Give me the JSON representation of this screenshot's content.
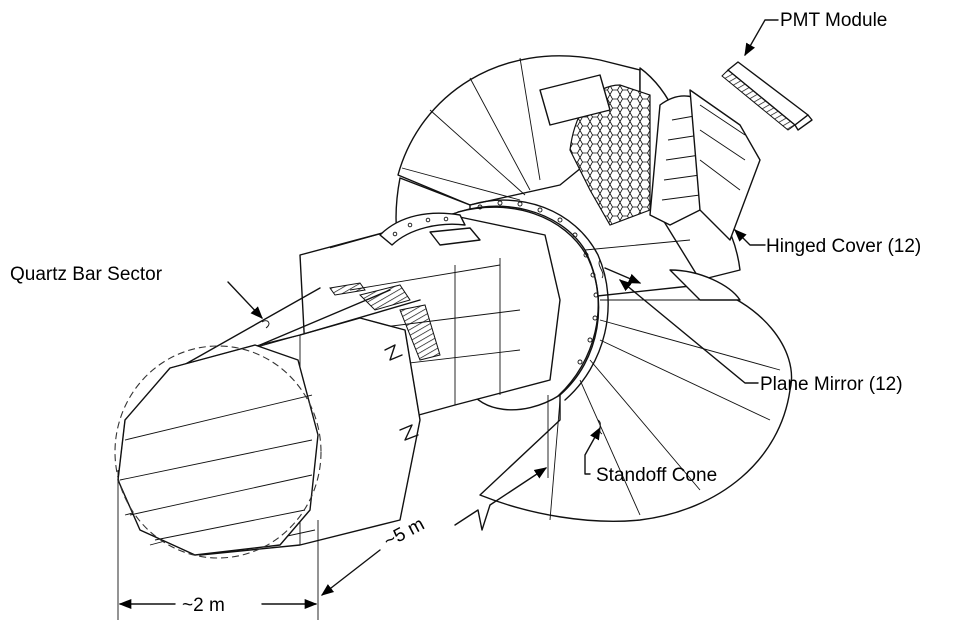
{
  "labels": {
    "pmt_module": "PMT Module",
    "hinged_cover": "Hinged Cover (12)",
    "quartz_bar_sector": "Quartz Bar Sector",
    "plane_mirror": "Plane Mirror (12)",
    "standoff_cone": "Standoff Cone",
    "length_dim": "~5 m",
    "diameter_dim": "~2 m"
  }
}
